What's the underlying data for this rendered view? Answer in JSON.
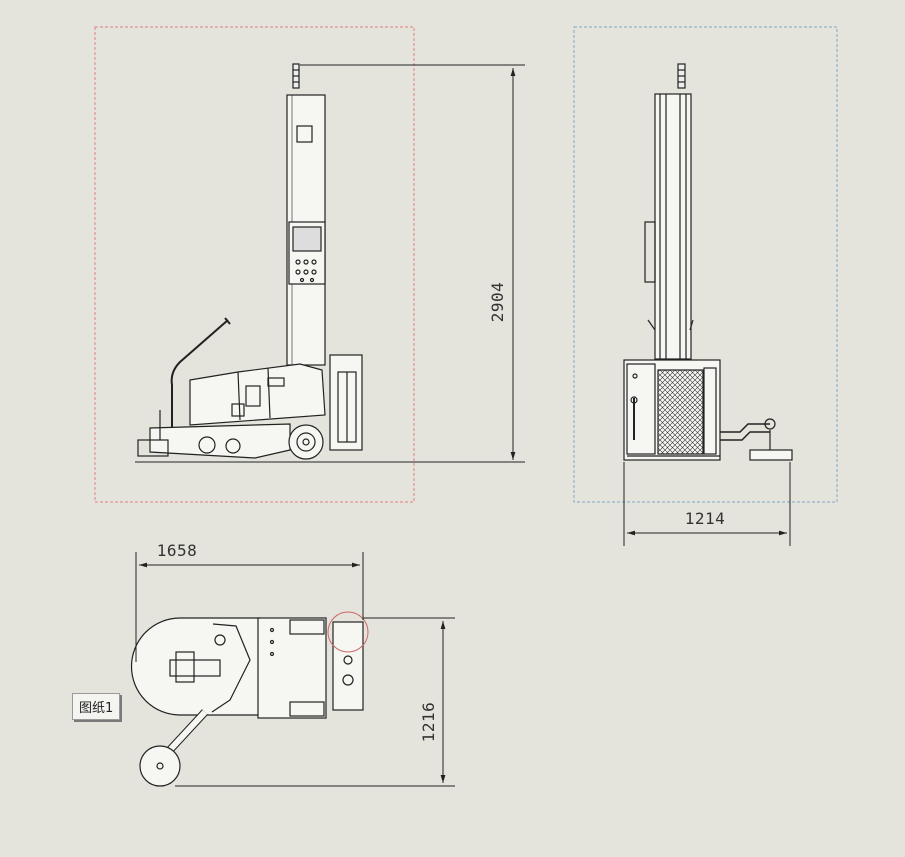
{
  "sheet": {
    "tab_label": "图纸1",
    "background": "#e4e4dc",
    "line_color": "#222222",
    "front_view_frame_color": "#e08080",
    "side_view_frame_color": "#80a8c8"
  },
  "dimensions": {
    "height": "2904",
    "width": "1214",
    "length": "1658",
    "depth": "1216"
  },
  "views": [
    "front-view",
    "side-view",
    "top-view"
  ]
}
